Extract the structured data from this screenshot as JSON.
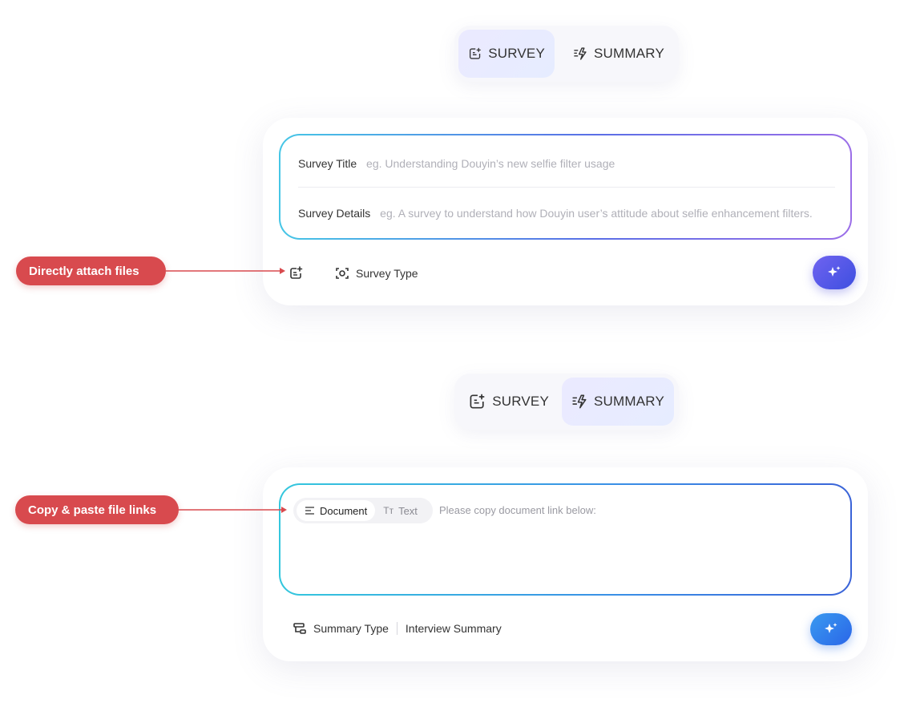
{
  "top_switch": {
    "survey_label": "SURVEY",
    "summary_label": "SUMMARY",
    "active": "survey"
  },
  "survey_card": {
    "title_label": "Survey Title",
    "title_placeholder": "eg. Understanding Douyin’s new selfie filter usage",
    "details_label": "Survey Details",
    "details_placeholder": "eg. A survey to understand how Douyin user’s attitude about selfie enhancement filters.",
    "survey_type_label": "Survey Type"
  },
  "bottom_switch": {
    "survey_label": "SURVEY",
    "summary_label": "SUMMARY",
    "active": "summary"
  },
  "summary_card": {
    "tab_document": "Document",
    "tab_text": "Text",
    "tab_text_icon": "Tт",
    "link_placeholder": "Please copy document link below:",
    "summary_type_label": "Summary Type",
    "summary_type_value": "Interview Summary"
  },
  "callouts": {
    "attach": "Directly attach files",
    "paste": "Copy & paste file links"
  },
  "colors": {
    "callout": "#d84a4e",
    "survey_accent": "#5a6fe6",
    "summary_accent": "#2a66e8"
  },
  "icons": [
    "survey-icon",
    "summary-icon",
    "attach-file-icon",
    "survey-type-icon",
    "sparkle-icon",
    "document-icon",
    "text-icon",
    "summary-type-icon"
  ]
}
